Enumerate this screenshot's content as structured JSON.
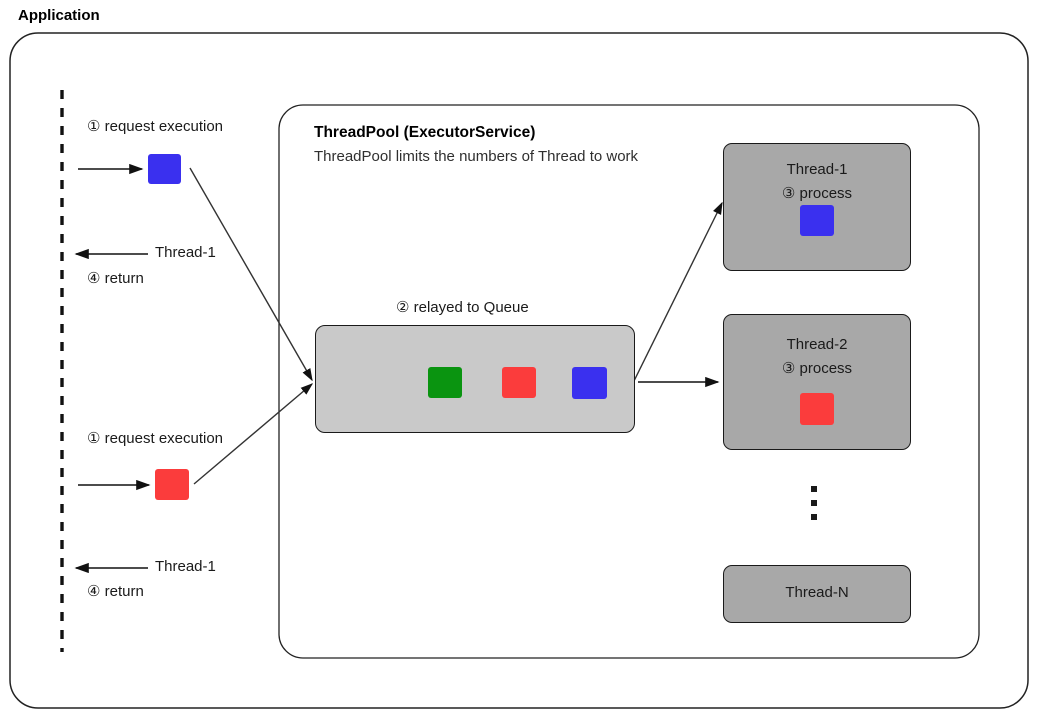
{
  "diagram": {
    "title": "Application",
    "outer_container_name": "Application boundary"
  },
  "pool": {
    "title": "ThreadPool (ExecutorService)",
    "subtitle": "ThreadPool limits the numbers of Thread to work"
  },
  "queue": {
    "caption": "② relayed to Queue",
    "tasks": [
      {
        "name": "queue-task-green",
        "color": "#0a9410"
      },
      {
        "name": "queue-task-red",
        "color": "#fb3c3c"
      },
      {
        "name": "queue-task-blue",
        "color": "#3a30ef"
      }
    ]
  },
  "client": {
    "lifeline_name": "client-lifeline",
    "requests": [
      {
        "label": "① request execution",
        "task_color": "#3a30ef"
      },
      {
        "label": "① request execution",
        "task_color": "#fb3c3c"
      }
    ],
    "returns": [
      {
        "thread": "Thread-1",
        "label": "④ return"
      },
      {
        "thread": "Thread-1",
        "label": "④ return"
      }
    ]
  },
  "threads": [
    {
      "name": "Thread-1",
      "status": "③ process",
      "task_color": "#3a30ef"
    },
    {
      "name": "Thread-2",
      "status": "③ process",
      "task_color": "#fb3c3c"
    },
    {
      "name": "Thread-N",
      "status": "",
      "task_color": ""
    }
  ],
  "ellipsis": "⋮",
  "colors": {
    "blue": "#3a30ef",
    "red": "#fb3c3c",
    "green": "#0a9410",
    "queue_fill": "#c9c9c9",
    "thread_fill": "#a8a8a8",
    "stroke": "#1a1a1a",
    "background": "#ffffff"
  }
}
